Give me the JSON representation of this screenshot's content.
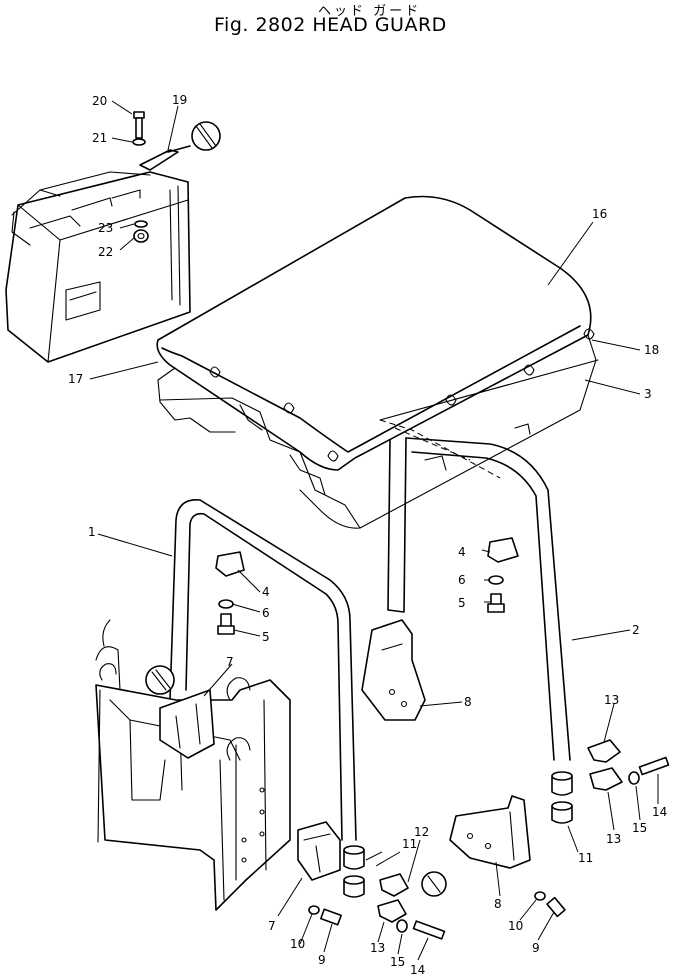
{
  "header": {
    "japanese_title": "ヘッド ガード",
    "figure_title": "Fig. 2802 HEAD GUARD"
  },
  "parts": {
    "p1": "1",
    "p2": "2",
    "p3": "3",
    "p4a": "4",
    "p4b": "4",
    "p5a": "5",
    "p5b": "5",
    "p6a": "6",
    "p6b": "6",
    "p7a": "7",
    "p7b": "7",
    "p8a": "8",
    "p8b": "8",
    "p9a": "9",
    "p9b": "9",
    "p10a": "10",
    "p10b": "10",
    "p11a": "11",
    "p11b": "11",
    "p12": "12",
    "p13a": "13",
    "p13b": "13",
    "p13c": "13",
    "p14a": "14",
    "p14b": "14",
    "p15a": "15",
    "p15b": "15",
    "p16": "16",
    "p17": "17",
    "p18": "18",
    "p19": "19",
    "p20": "20",
    "p21": "21",
    "p22": "22",
    "p23": "23"
  }
}
